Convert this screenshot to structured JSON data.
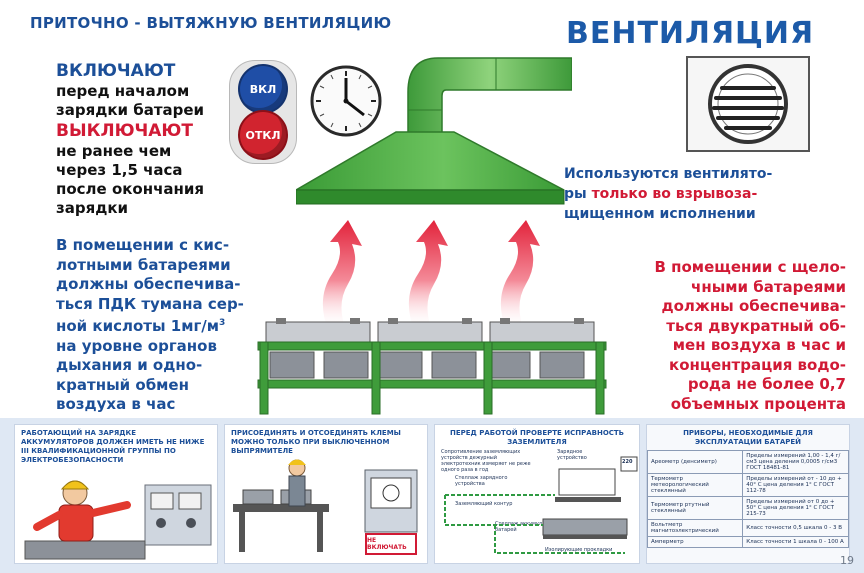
{
  "header": {
    "subtitle": "ПРИТОЧНО - ВЫТЯЖНУЮ ВЕНТИЛЯЦИЮ",
    "title": "ВЕНТИЛЯЦИЯ"
  },
  "switch_rule": {
    "on_word": "ВКЛЮЧАЮТ",
    "on_text": [
      "перед началом",
      "зарядки батареи"
    ],
    "off_word": "ВЫКЛЮЧАЮТ",
    "off_text": [
      "не ранее чем",
      "через 1,5 часа",
      "после окончания",
      "зарядки"
    ]
  },
  "buttons": {
    "on_label": "ВКЛ",
    "off_label": "ОТКЛ"
  },
  "fans_note": {
    "line1": "Используются вентилято-",
    "line2_blue": "ры ",
    "line2_red": "только во взрывоза-",
    "line3": "щищенном исполнении"
  },
  "acid_note": {
    "lines": [
      "В помещении с кис-",
      "лотными батареями",
      "должны обеспечива-",
      "ться ПДК тумана сер-",
      "ной кислоты 1мг/м",
      "на уровне органов",
      "дыхания и одно-",
      "кратный обмен",
      "воздуха в час"
    ],
    "superscript": "3"
  },
  "alkaline_note": {
    "lines": [
      "В помещении с щело-",
      "чными батареями",
      "должны обеспечива-",
      "ться двукратный об-",
      "мен воздуха в час и",
      "концентрация водо-",
      "рода не более 0,7",
      "объемных процента"
    ]
  },
  "panels": {
    "p1_caption": "РАБОТАЮЩИЙ НА ЗАРЯДКЕ АККУМУЛЯТОРОВ ДОЛЖЕН ИМЕТЬ НЕ НИЖЕ III КВАЛИФИКАЦИОННОЙ ГРУППЫ ПО ЭЛЕКТРОБЕЗОПАСНОСТИ",
    "p2_caption": "ПРИСОЕДИНЯТЬ И ОТСОЕДИНЯТЬ КЛЕМЫ МОЖНО ТОЛЬКО ПРИ ВЫКЛЮЧЕННОМ ВЫПРЯМИТЕЛЕ",
    "p2_sign": "НЕ ВКЛЮЧАТЬ",
    "p3_caption": "ПЕРЕД РАБОТОЙ ПРОВЕРТЕ ИСПРАВНОСТЬ ЗАЗЕМЛИТЕЛЯ",
    "p3_labels": [
      "Сопротивление заземляющих устройств дежурный электротехник измеряет не реже одного раза в год",
      "Стеллаж зарядного устройства",
      "Заземляющий контур",
      "Стеллаж аккумуляторных батарей",
      "Изолирующие прокладки",
      "Зарядное устройство"
    ],
    "p3_meter": "220",
    "p4_caption": "ПРИБОРЫ, НЕОБХОДИМЫЕ ДЛЯ ЭКСПЛУАТАЦИИ БАТАРЕЙ",
    "p4_rows": [
      [
        "Ареометр (денсиметр)",
        "Пределы измерений 1,00 - 1,4 г/см3 цена деления 0,0005 г/см3 ГОСТ 18481-81"
      ],
      [
        "Термометр метеорологический стеклянный",
        "Пределы измерений от - 10 до + 40° С цена деления 1° С ГОСТ 112-78"
      ],
      [
        "Термометр ртутный стеклянный",
        "Пределы измерений от 0 до + 50° С цена деления 1° С ГОСТ 215-73"
      ],
      [
        "Вольтметр магнитоэлектрический",
        "Класс точности 0,5 шкала 0 - 3 В"
      ],
      [
        "Амперметр",
        "Класс точности 1 шкала 0 - 100 А"
      ]
    ]
  },
  "page_number": "19",
  "colors": {
    "title_blue": "#1c5aa8",
    "accent_red": "#d11a35",
    "hood_green": "#4fb84a",
    "button_on": "#1f4ea6",
    "button_off": "#d1242f",
    "panel_bg": "#dfe8f4"
  }
}
